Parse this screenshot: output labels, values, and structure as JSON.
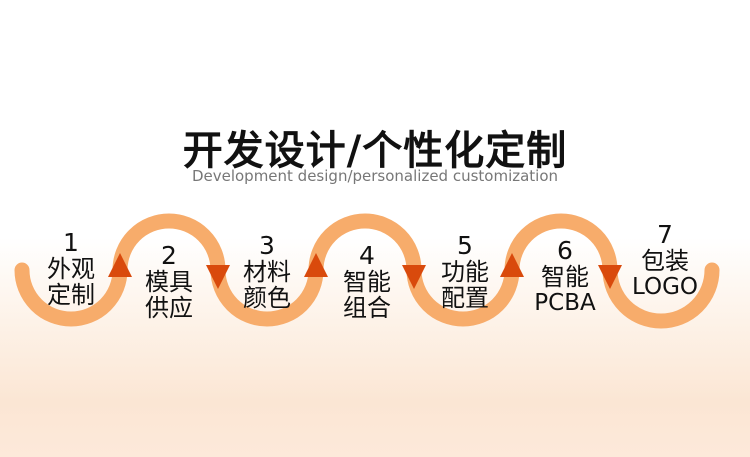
{
  "title": "开发设计/个性化定制",
  "subtitle": "Development design/personalized customization",
  "colors": {
    "wave": "#f7ac6b",
    "arrow": "#d94a0c",
    "text": "#111111",
    "subtitle": "#777777"
  },
  "steps": [
    {
      "number": "1",
      "line1": "外观",
      "line2": "定制"
    },
    {
      "number": "2",
      "line1": "模具",
      "line2": "供应"
    },
    {
      "number": "3",
      "line1": "材料",
      "line2": "颜色"
    },
    {
      "number": "4",
      "line1": "智能",
      "line2": "组合"
    },
    {
      "number": "5",
      "line1": "功能",
      "line2": "配置"
    },
    {
      "number": "6",
      "line1": "智能",
      "line2": "PCBA"
    },
    {
      "number": "7",
      "line1": "包装",
      "line2": "LOGO"
    }
  ]
}
